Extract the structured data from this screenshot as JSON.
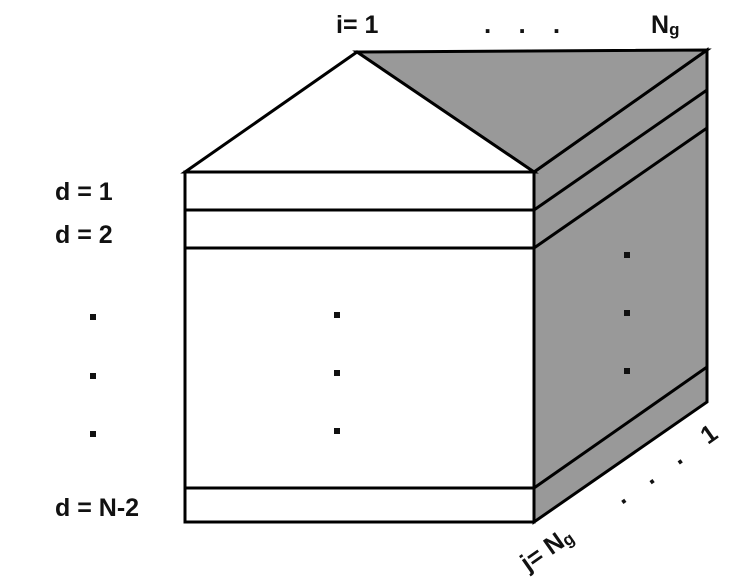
{
  "colors": {
    "front_face": "#ffffff",
    "roof_left": "#ffffff",
    "shaded_face": "#999999",
    "stroke": "#000000"
  },
  "top_axis": {
    "start_label": "i= 1",
    "ellipsis": ". . .",
    "end_label_main": "N",
    "end_label_sub": "g"
  },
  "depth_axis": {
    "start_label": "1",
    "ellipsis": ". . .",
    "end_label_main": "j= N",
    "end_label_sub": "g"
  },
  "left_labels": {
    "d1": "d = 1",
    "d2": "d = 2",
    "dlast": "d = N-2"
  }
}
